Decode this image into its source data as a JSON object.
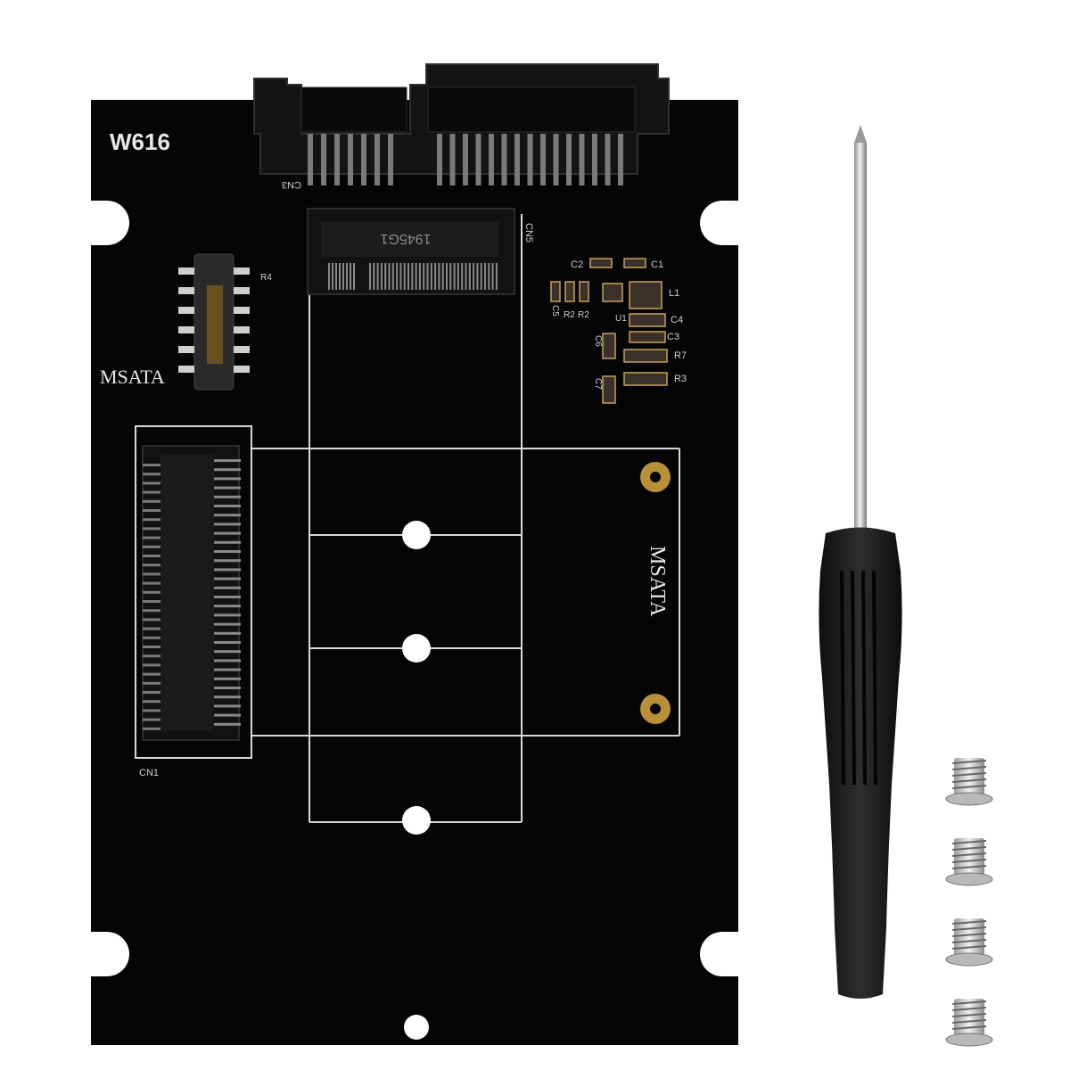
{
  "board": {
    "model": "W616",
    "label_left": "MSATA",
    "label_right": "MSATA",
    "connectors": {
      "cn1": "CN1",
      "cn3": "CN3",
      "cn5": "CN5"
    },
    "chip_marking": "1945G1",
    "components": {
      "r4": "R4",
      "c1": "C1",
      "c2": "C2",
      "c3": "C3",
      "c4": "C4",
      "c5": "C5",
      "c6": "C6",
      "c7": "C7",
      "r2": "R2",
      "r3": "R3",
      "r7": "R7",
      "u1": "U1",
      "l1": "L1"
    }
  },
  "accessories": {
    "screw_count": 4
  },
  "colors": {
    "pcb": "#050505",
    "silkscreen": "#e8e8e8",
    "gold_pad": "#b8903a",
    "screw_metal": "#c9c9c9",
    "screwdriver_handle": "#1a1a1a"
  }
}
